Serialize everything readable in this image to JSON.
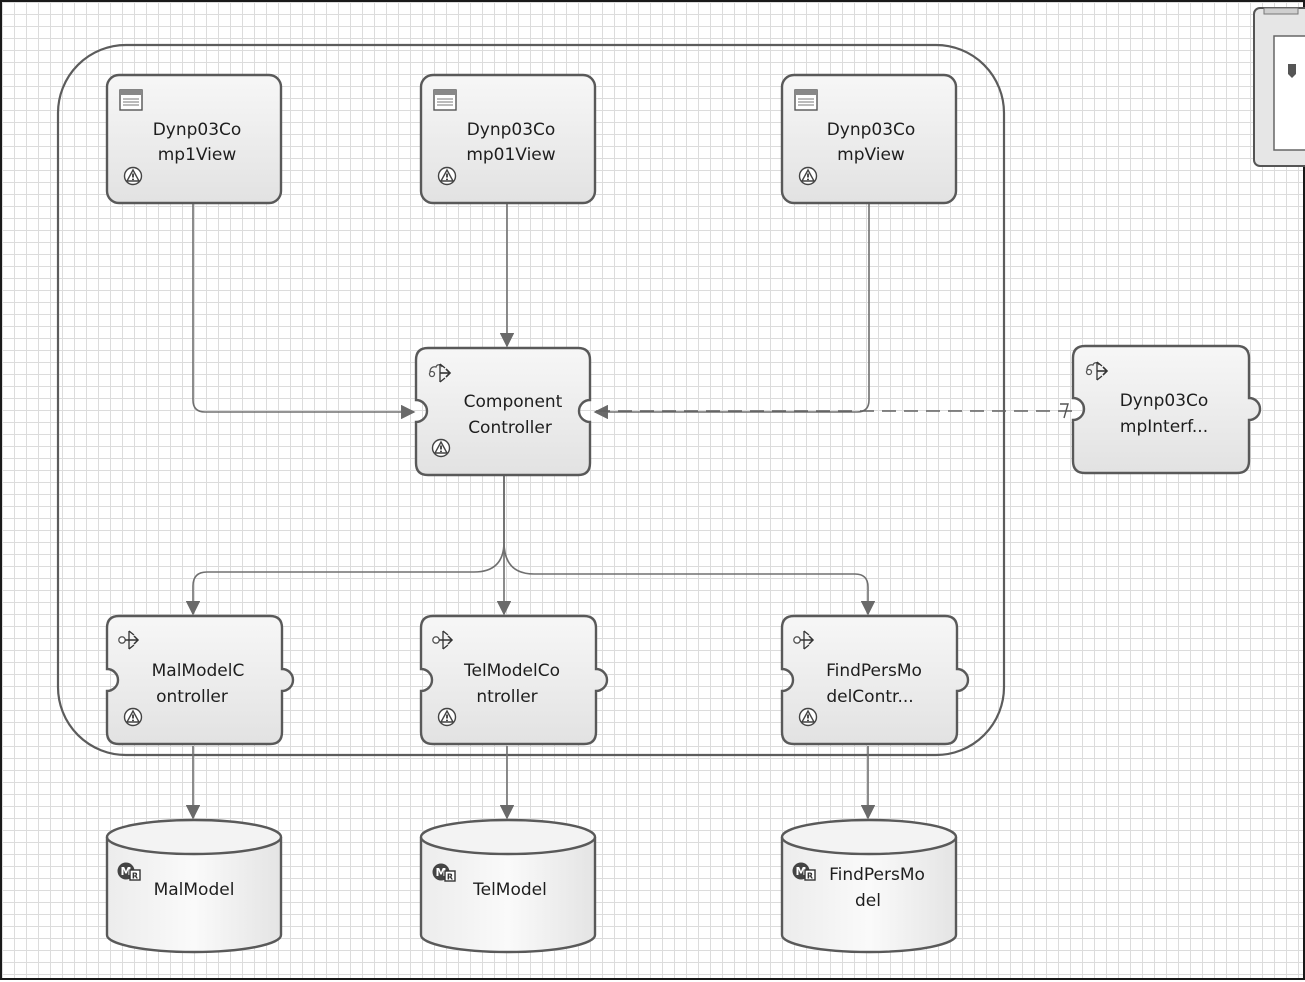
{
  "nodes": {
    "view1": {
      "line1": "Dynp03Co",
      "line2": "mp1View",
      "icon": "view-window-icon",
      "status": "warning-icon"
    },
    "view2": {
      "line1": "Dynp03Co",
      "line2": "mp01View",
      "icon": "view-window-icon",
      "status": "warning-icon"
    },
    "view3": {
      "line1": "Dynp03Co",
      "line2": "mpView",
      "icon": "view-window-icon",
      "status": "warning-icon"
    },
    "component_controller": {
      "line1": "Component",
      "line2": "Controller",
      "icon": "controller-icon",
      "status": "warning-icon"
    },
    "interface": {
      "line1": "Dynp03Co",
      "line2": "mpInterf...",
      "icon": "controller-icon"
    },
    "mal_controller": {
      "line1": "MalModelC",
      "line2": "ontroller",
      "icon": "model-controller-icon",
      "status": "warning-icon"
    },
    "tel_controller": {
      "line1": "TelModelCo",
      "line2": "ntroller",
      "icon": "model-controller-icon",
      "status": "warning-icon"
    },
    "findpers_controller": {
      "line1": "FindPersMo",
      "line2": "delContr...",
      "icon": "model-controller-icon",
      "status": "warning-icon"
    },
    "mal_model": {
      "line1": "MalModel",
      "icon": "model-icon"
    },
    "tel_model": {
      "line1": "TelModel",
      "icon": "model-icon"
    },
    "findpers_model": {
      "line1": "FindPersMo",
      "line2": "del",
      "icon": "model-icon"
    }
  },
  "colors": {
    "node_fill": "#eeeeee",
    "node_border": "#595959",
    "edge": "#707070",
    "grid": "#dcdcdc"
  }
}
